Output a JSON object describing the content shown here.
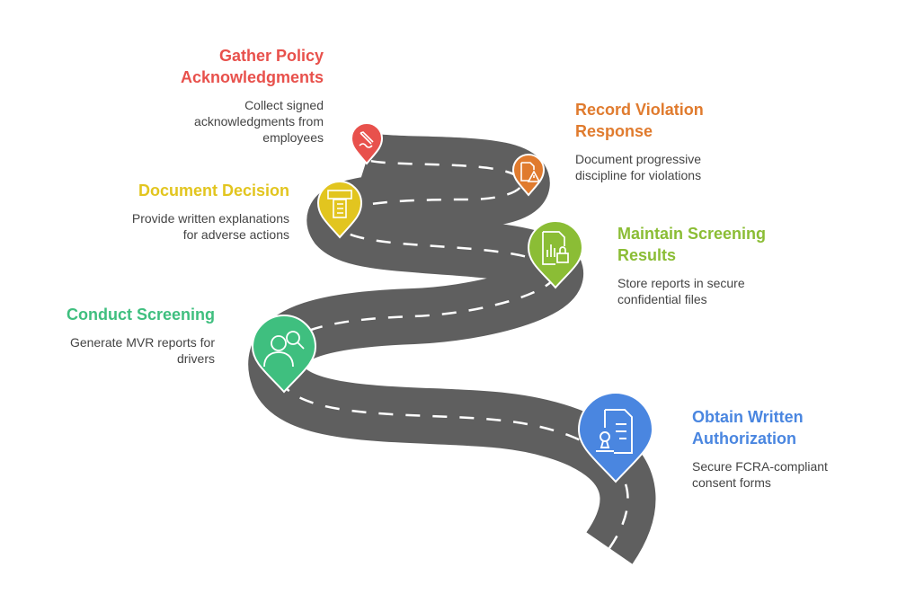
{
  "colors": {
    "road": "#5f5f5f",
    "dash": "#ffffff",
    "red": "#e8514c",
    "orange": "#e07b2e",
    "yellow": "#e2c51f",
    "lime": "#8bbd35",
    "green": "#3fbf7f",
    "blue": "#4a86e0"
  },
  "steps": [
    {
      "title": "Gather Policy Acknowledgments",
      "desc": "Collect signed acknowledgments from employees",
      "icon": "signature-pen-icon",
      "color": "red"
    },
    {
      "title": "Record Violation Response",
      "desc": "Document progressive discipline for violations",
      "icon": "document-warning-icon",
      "color": "orange"
    },
    {
      "title": "Document Decision",
      "desc": "Provide written explanations for adverse actions",
      "icon": "document-form-icon",
      "color": "yellow"
    },
    {
      "title": "Maintain Screening Results",
      "desc": "Store reports in secure confidential files",
      "icon": "locked-report-icon",
      "color": "lime"
    },
    {
      "title": "Conduct Screening",
      "desc": "Generate MVR reports for drivers",
      "icon": "person-search-icon",
      "color": "green"
    },
    {
      "title": "Obtain Written Authorization",
      "desc": "Secure FCRA-compliant consent forms",
      "icon": "document-stamp-icon",
      "color": "blue"
    }
  ]
}
